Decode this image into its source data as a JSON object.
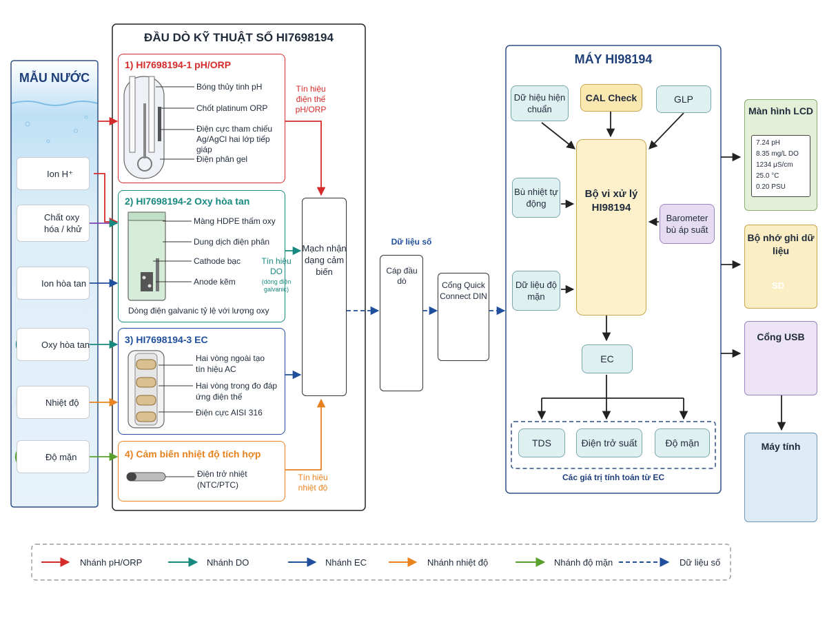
{
  "water": {
    "title": "MẪU NƯỚC",
    "items": [
      {
        "icon": "H+",
        "label": "Ion H⁺",
        "color": "#d42a2a"
      },
      {
        "icon": "ORP",
        "label": "Chất oxy hóa / khử",
        "color": "#7b3fb3"
      },
      {
        "icon": "ION",
        "label": "Ion hòa tan",
        "color": "#1f4e9c"
      },
      {
        "icon": "O2",
        "label": "Oxy hòa tan",
        "color": "#17897f"
      },
      {
        "icon": "thermometer-icon",
        "label": "Nhiệt độ",
        "color": "#e8821e"
      },
      {
        "icon": "salinity-wave-icon",
        "label": "Độ mặn",
        "color": "#5aa02c"
      }
    ]
  },
  "probe": {
    "title": "ĐẦU DÒ KỸ THUẬT SỐ HI7698194",
    "ph": {
      "title": "1) HI7698194-1 pH/ORP",
      "labels": [
        "Bóng thủy tinh pH",
        "Chốt platinum ORP",
        "Điện cực tham chiếu Ag/AgCl hai lớp tiếp giáp",
        "Điện phân gel"
      ],
      "signal": "Tín hiệu điện thế pH/ORP"
    },
    "do": {
      "title": "2) HI7698194-2 Oxy hòa tan",
      "labels": [
        "Màng HDPE thấm oxy",
        "Dung dịch điện phân",
        "Cathode bạc",
        "Anode kẽm"
      ],
      "footer": "Dòng điện galvanic tỷ lệ với lượng oxy",
      "signal_main": "Tín hiệu DO",
      "signal_sub": "(dòng điện galvanic)"
    },
    "ec": {
      "title": "3) HI7698194-3 EC",
      "labels": [
        "Hai vòng ngoài tạo tín hiệu AC",
        "Hai vòng trong đo đáp ứng điện thế",
        "Điện cực AISI 316"
      ]
    },
    "temp": {
      "title": "4) Cảm biến nhiệt độ tích hợp",
      "label": "Điện trở nhiệt (NTC/PTC)",
      "signal": "Tín hiệu nhiệt độ"
    },
    "circuit": "Mạch nhận dạng cảm biến"
  },
  "link": {
    "digital": "Dữ liệu số",
    "cable": "Cáp đầu dò",
    "port": "Cổng Quick Connect DIN"
  },
  "meter": {
    "title": "MÁY HI98194",
    "standard": "Dữ hiệu hiện chuẩn",
    "cal": "CAL Check",
    "glp": "GLP",
    "auto_temp": "Bù nhiệt tự động",
    "salinity_data": "Dữ liệu độ mặn",
    "processor": "Bộ vi xử lý HI98194",
    "barometer": "Barometer bù áp suất",
    "ec": "EC",
    "calcs": [
      "TDS",
      "Điện trở suất",
      "Độ mặn"
    ],
    "calc_caption": "Các giá trị tính toán từ EC"
  },
  "outputs": {
    "lcd_title": "Màn hình LCD",
    "lcd_lines": [
      "7.24 pH",
      "8.35 mg/L DO",
      "1234 μS/cm",
      "25.0 °C",
      "0.20 PSU"
    ],
    "memory": "Bộ nhớ ghi dữ liệu",
    "sd": "SD",
    "usb": "Cổng USB",
    "pc": "Máy tính"
  },
  "legend": [
    "Nhánh pH/ORP",
    "Nhánh DO",
    "Nhánh EC",
    "Nhánh nhiệt độ",
    "Nhánh độ mặn",
    "Dữ liệu số"
  ],
  "colors": {
    "ph": "#d42a2a",
    "do": "#17897f",
    "ec": "#1f4e9c",
    "temp": "#e8821e",
    "salinity": "#5aa02c",
    "digital": "#1f4e9c",
    "navy": "#1f3f7a",
    "meter_box": "#dff0f1",
    "cal_box": "#fbe8b0",
    "processor": "#fdf1cc",
    "barometer": "#e6dcf1",
    "lcd_bg": "#e3efd6",
    "memory_bg": "#fbeec4",
    "usb_bg": "#ece3f4",
    "pc_bg": "#dcebf5"
  }
}
